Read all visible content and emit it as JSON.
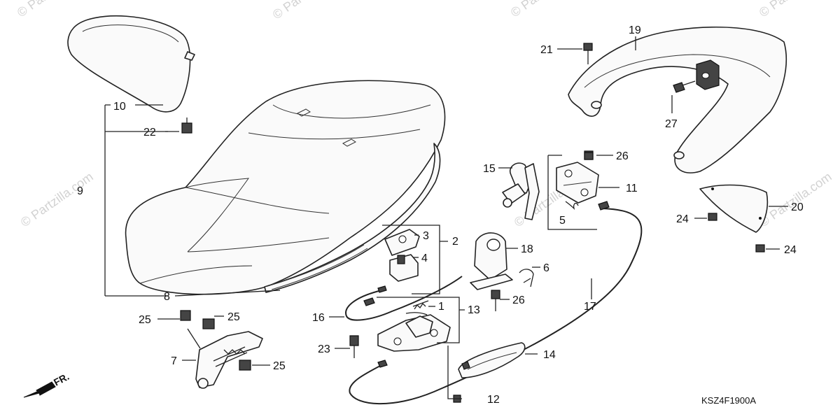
{
  "diagram": {
    "watermark_text": "© Partzilla.com",
    "drawing_code": "KSZ4F1900A",
    "front_marker_label": "FR.",
    "callouts": {
      "c1": "1",
      "c2": "2",
      "c3": "3",
      "c4": "4",
      "c5": "5",
      "c6": "6",
      "c7": "7",
      "c8": "8",
      "c9": "9",
      "c10": "10",
      "c11": "11",
      "c12": "12",
      "c13": "13",
      "c14": "14",
      "c15": "15",
      "c16": "16",
      "c17": "17",
      "c18": "18",
      "c19": "19",
      "c20": "20",
      "c21": "21",
      "c22": "22",
      "c23": "23",
      "c24a": "24",
      "c24b": "24",
      "c25a": "25",
      "c25b": "25",
      "c25c": "25",
      "c26a": "26",
      "c26b": "26",
      "c27": "27"
    }
  }
}
